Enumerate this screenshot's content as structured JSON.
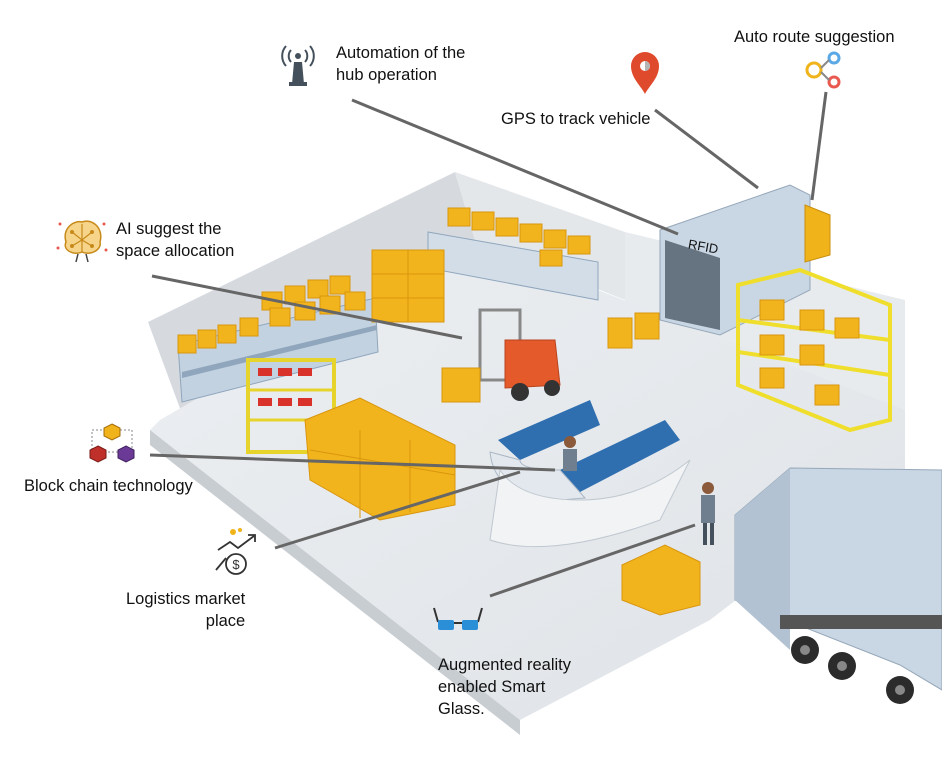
{
  "labels": {
    "automation": [
      "Automation of the",
      "hub operation"
    ],
    "gps": "GPS to track vehicle",
    "auto_route": "Auto route suggestion",
    "ai": [
      "AI suggest the",
      "space allocation"
    ],
    "rfid": "RFID",
    "blockchain": "Block chain technology",
    "logistics": [
      "Logistics market",
      "place"
    ],
    "ar": [
      "Augmented reality",
      "enabled Smart",
      "Glass."
    ]
  },
  "icons": {
    "automation": "antenna-icon",
    "gps": "map-pin-icon",
    "auto_route": "route-nodes-icon",
    "ai": "brain-network-icon",
    "blockchain": "blockchain-cubes-icon",
    "logistics": "money-growth-icon",
    "ar": "smart-glasses-icon"
  },
  "colors": {
    "floor": "#e9ecef",
    "wall": "#dde1e5",
    "box": "#f2b41c",
    "box_dark": "#d9960e",
    "shelf": "#9fb3c8",
    "rack_yellow": "#f0de2c",
    "truck": "#c9d6e3",
    "leader": "#666666",
    "pin_red": "#e04a2c",
    "glasses_blue": "#2a8fd6"
  }
}
